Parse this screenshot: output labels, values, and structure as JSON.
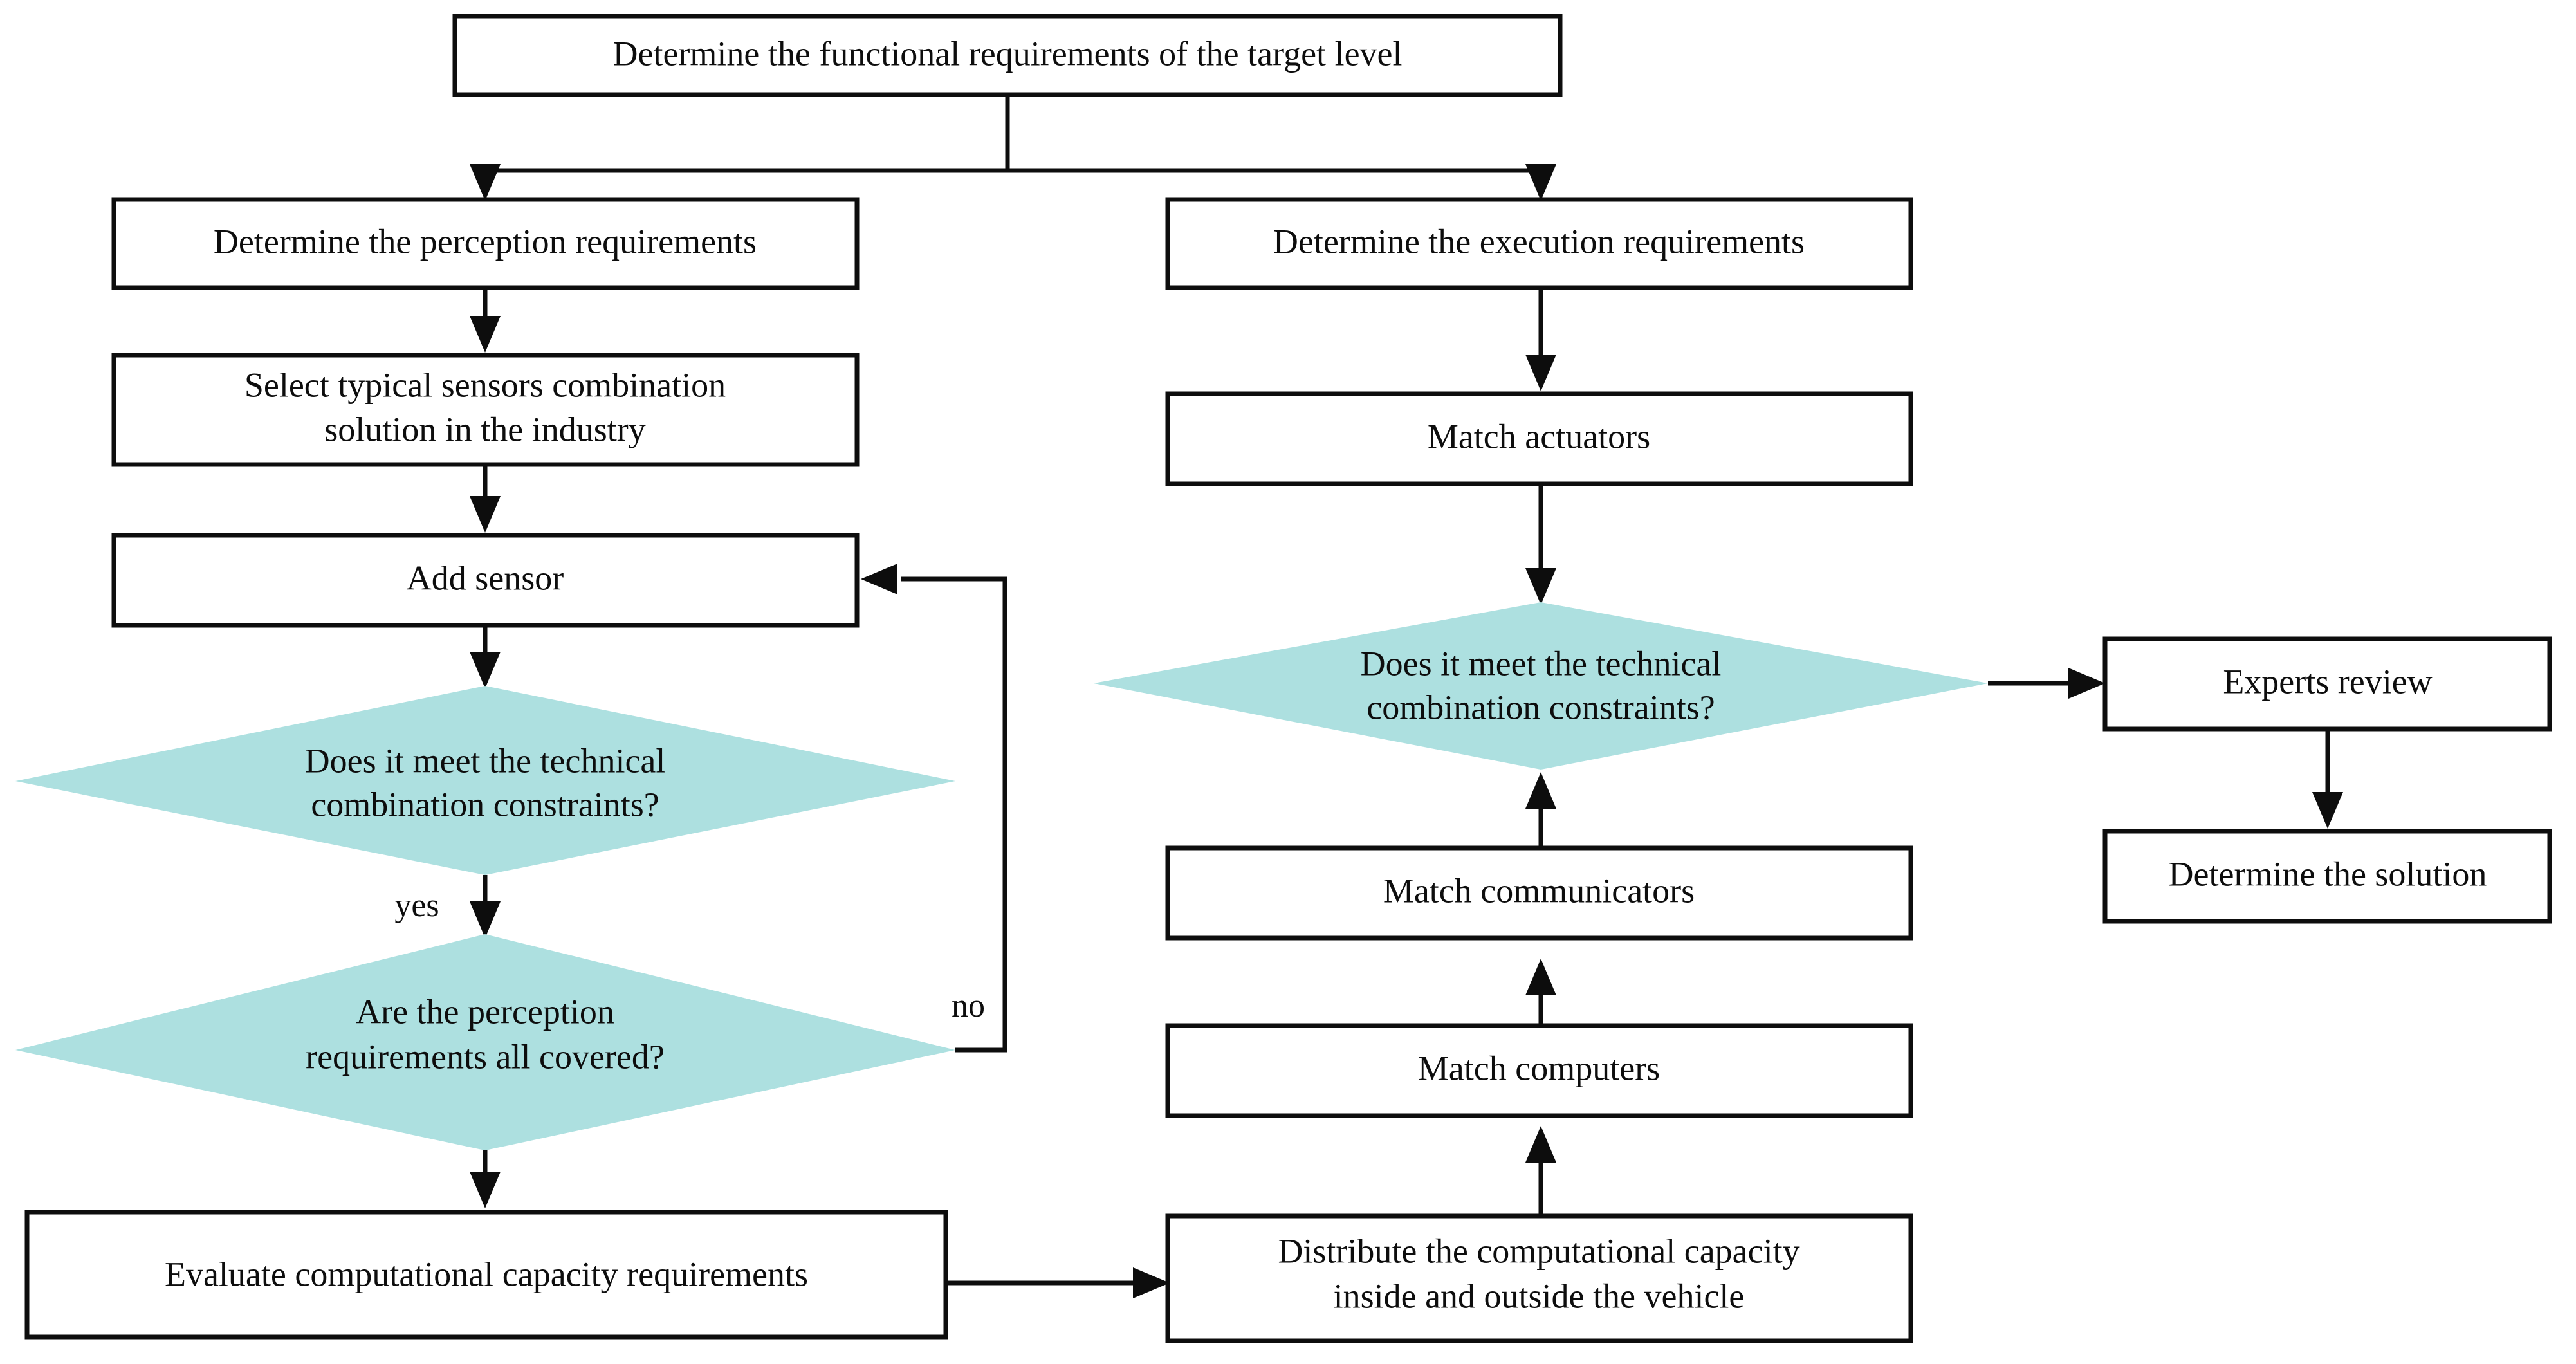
{
  "diagram": {
    "title": "Requirements-to-solution configuration flowchart",
    "colors": {
      "box_fill": "#ffffff",
      "box_stroke": "#0d0d0d",
      "diamond_fill": "#ade0e0",
      "edge_stroke": "#0d0d0d",
      "text": "#0d0d0d",
      "background": "#ffffff"
    },
    "nodes": {
      "determine_functional_requirements": {
        "shape": "process",
        "lines": [
          "Determine the functional requirements of the target level"
        ]
      },
      "determine_perception_requirements": {
        "shape": "process",
        "lines": [
          "Determine the perception requirements"
        ]
      },
      "select_typical_sensors": {
        "shape": "process",
        "lines": [
          "Select typical sensors combination",
          "solution in the industry"
        ]
      },
      "add_sensor": {
        "shape": "process",
        "lines": [
          "Add sensor"
        ]
      },
      "left_technical_constraints": {
        "shape": "decision",
        "lines": [
          "Does it meet the technical",
          "combination constraints?"
        ]
      },
      "perception_requirements_covered": {
        "shape": "decision",
        "lines": [
          "Are the perception",
          "requirements all covered?"
        ]
      },
      "evaluate_computational_capacity": {
        "shape": "process",
        "lines": [
          "Evaluate computational capacity requirements"
        ]
      },
      "determine_execution_requirements": {
        "shape": "process",
        "lines": [
          "Determine the execution requirements"
        ]
      },
      "match_actuators": {
        "shape": "process",
        "lines": [
          "Match actuators"
        ]
      },
      "middle_technical_constraints": {
        "shape": "decision",
        "lines": [
          "Does it meet the technical",
          "combination constraints?"
        ]
      },
      "match_communicators": {
        "shape": "process",
        "lines": [
          "Match communicators"
        ]
      },
      "match_computers": {
        "shape": "process",
        "lines": [
          "Match computers"
        ]
      },
      "distribute_computational_capacity": {
        "shape": "process",
        "lines": [
          "Distribute the computational capacity",
          "inside and outside the vehicle"
        ]
      },
      "experts_review": {
        "shape": "process",
        "lines": [
          "Experts review"
        ]
      },
      "determine_solution": {
        "shape": "process",
        "lines": [
          "Determine the solution"
        ]
      }
    },
    "edge_labels": {
      "yes": "yes",
      "no": "no"
    }
  }
}
